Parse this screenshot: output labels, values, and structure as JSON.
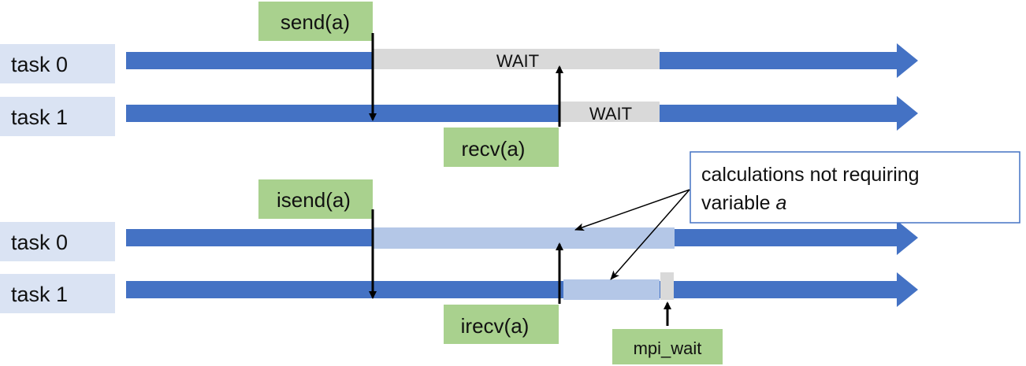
{
  "colors": {
    "timeline": "#4472C4",
    "wait_block": "#D9D9D9",
    "calc_block": "#B4C7E7",
    "task_label_bg": "#DAE3F3",
    "call_label_bg": "#A9D18E",
    "note_border": "#4472C4",
    "arrow": "#000000"
  },
  "blocking": {
    "task0_label": "task 0",
    "task1_label": "task 1",
    "send_label": "send(a)",
    "recv_label": "recv(a)",
    "task0_wait_label": "WAIT",
    "task1_wait_label": "WAIT"
  },
  "nonblocking": {
    "task0_label": "task 0",
    "task1_label": "task 1",
    "isend_label": "isend(a)",
    "irecv_label": "irecv(a)",
    "mpi_wait_label": "mpi_wait"
  },
  "note": {
    "line1": "calculations not requiring",
    "line2_prefix": "variable ",
    "line2_var": "a"
  }
}
